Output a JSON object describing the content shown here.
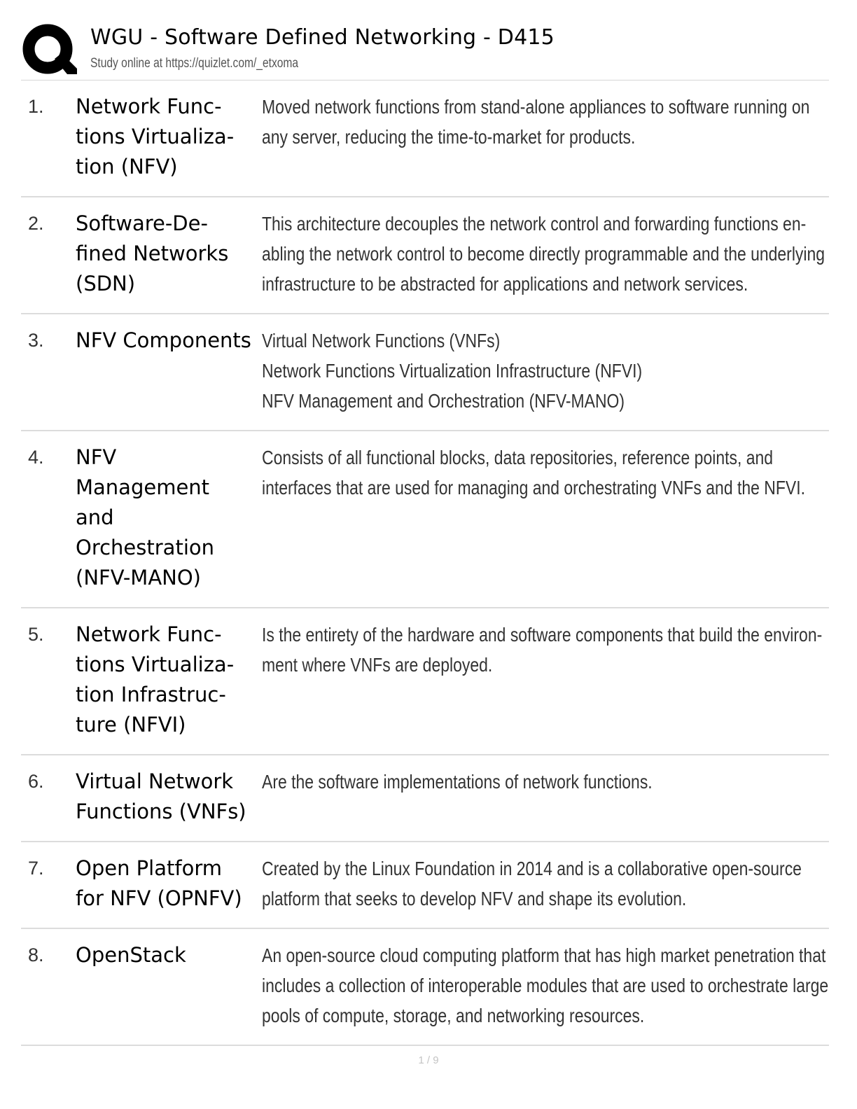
{
  "header": {
    "title": "WGU - Software Defined Networking - D415",
    "subtitle": "Study online at https://quizlet.com/_etxoma"
  },
  "cards": [
    {
      "number": "1.",
      "term": "Network Func-\ntions Virtualiza-\ntion (NFV)",
      "definition": "Moved network functions from stand-alone appliances to software running on any server, reducing the time-to-market for products."
    },
    {
      "number": "2.",
      "term": "Software-De-\nfined Networks\n(SDN)",
      "definition": "This architecture decouples the network control and forwarding functions en- abling the network control to become directly programmable and the underlying infrastructure to be abstracted for applications and network services."
    },
    {
      "number": "3.",
      "term": "NFV Components",
      "definition": "Virtual Network Functions (VNFs)\nNetwork Functions Virtualization Infrastructure (NFVI)\nNFV Management and Orchestration (NFV-MANO)"
    },
    {
      "number": "4.",
      "term": "NFV\nManagement\nand\nOrchestration\n(NFV-MANO)",
      "definition": "Consists of all functional blocks, data repositories, reference points, and interfaces that are used for managing and orchestrating VNFs and the NFVI."
    },
    {
      "number": "5.",
      "term": "Network Func-\ntions Virtualiza-\ntion Infrastruc-\nture (NFVI)",
      "definition": "Is the entirety of the hardware and software components that build the environ- ment where VNFs are deployed."
    },
    {
      "number": "6.",
      "term": "Virtual Network\nFunctions (VNFs)",
      "definition": "Are the software implementations of network functions."
    },
    {
      "number": "7.",
      "term": "Open Platform\nfor NFV (OPNFV)",
      "definition": "Created by the Linux Foundation in 2014 and is a collaborative open-source platform that seeks to develop NFV and shape its evolution."
    },
    {
      "number": "8.",
      "term": "OpenStack",
      "definition": "An open-source cloud computing platform that has high market penetration that includes a collection of interoperable modules that are used to orchestrate large pools of compute, storage, and networking resources."
    }
  ],
  "footer": {
    "page_indicator": "1 / 9"
  }
}
